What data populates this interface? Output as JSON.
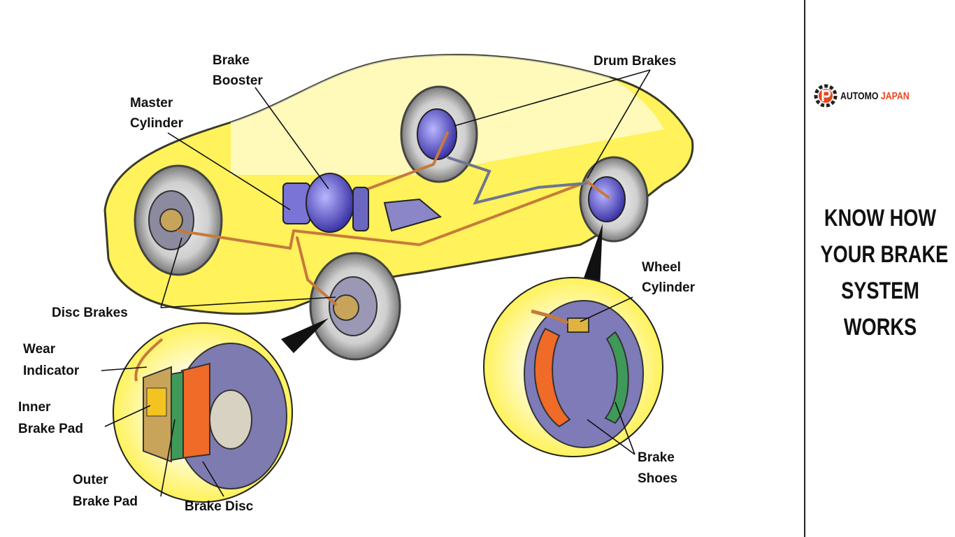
{
  "diagram": {
    "labels": {
      "brake_booster": [
        "Brake",
        "Booster"
      ],
      "master_cylinder": [
        "Master",
        "Cylinder"
      ],
      "drum_brakes": "Drum Brakes",
      "disc_brakes": "Disc Brakes",
      "wheel_cylinder": [
        "Wheel",
        "Cylinder"
      ],
      "wear_indicator": [
        "Wear",
        "Indicator"
      ],
      "inner_brake_pad": [
        "Inner",
        "Brake Pad"
      ],
      "outer_brake_pad": [
        "Outer",
        "Brake Pad"
      ],
      "brake_disc": "Brake Disc",
      "brake_shoes": [
        "Brake",
        "Shoes"
      ]
    },
    "colors": {
      "car_body": "#fff25a",
      "car_outline": "#3a3a2a",
      "tire": "#e4e4e4",
      "hub": "#5b55c8",
      "brake_line": "#c67a3c",
      "pad_orange": "#f06a28",
      "pad_green": "#3f9a5a"
    }
  },
  "sidebar": {
    "logo": {
      "word1": "AUTOMO",
      "word2": "JAPAN",
      "icon": "gear-p-logo-icon",
      "accent": "#e8461e"
    },
    "headline": [
      "KNOW HOW",
      "YOUR BRAKE",
      "SYSTEM",
      "WORKS"
    ]
  }
}
